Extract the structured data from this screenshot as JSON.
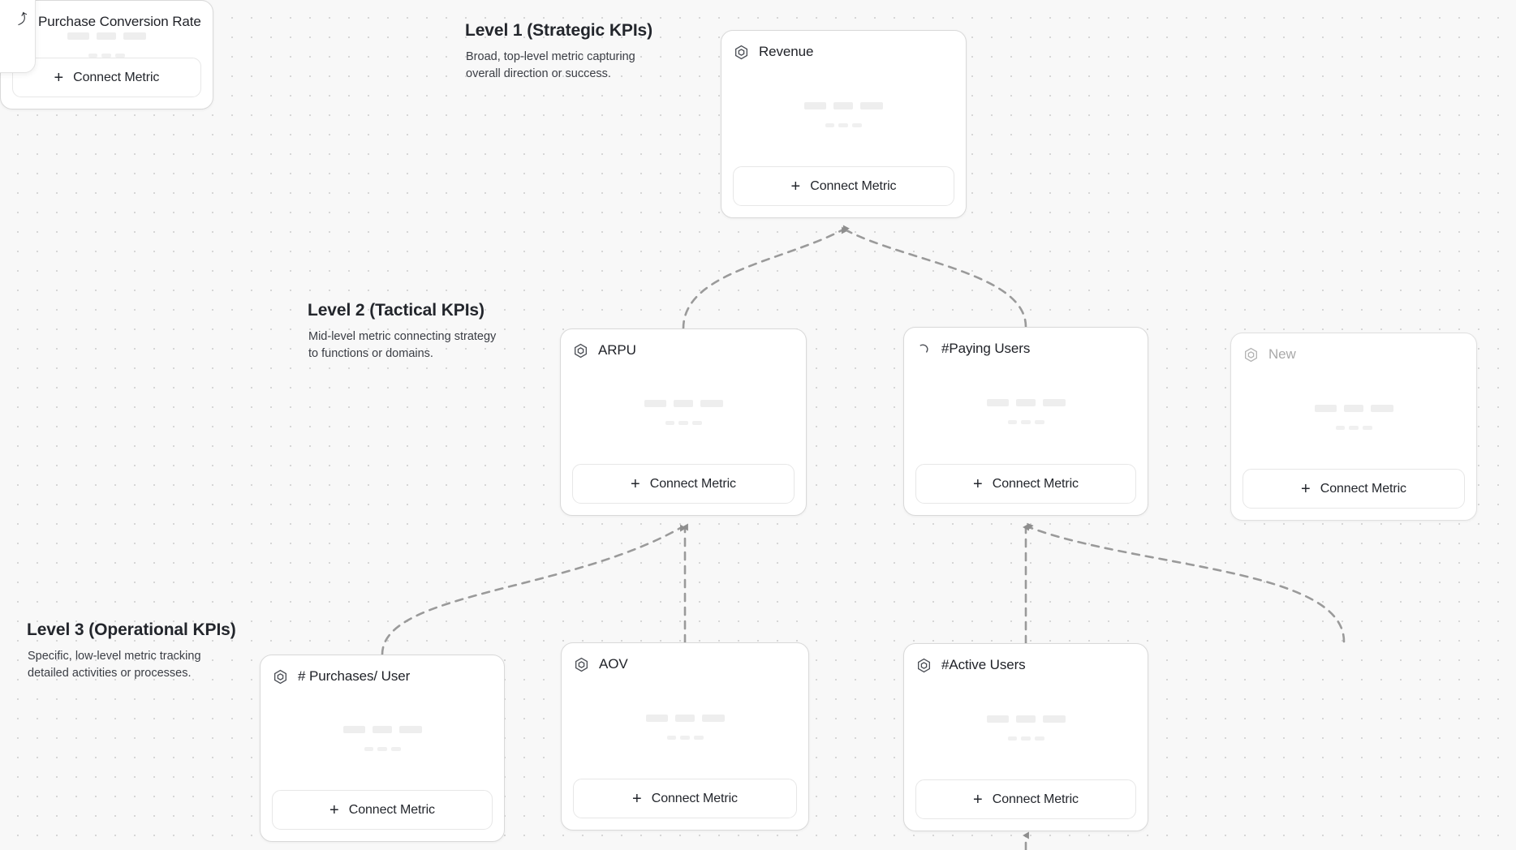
{
  "canvas": {
    "background_color": "#f8f8f8",
    "dot_color": "#d6d6d6",
    "edge_color": "#9a9a9a"
  },
  "corner_panel": {
    "glyph": "⤴"
  },
  "levels": [
    {
      "id": "level1",
      "title": "Level 1 (Strategic KPIs)",
      "description": "Broad, top-level metric capturing overall direction or success."
    },
    {
      "id": "level2",
      "title": "Level 2 (Tactical KPIs)",
      "description": "Mid-level metric connecting strategy to functions or domains."
    },
    {
      "id": "level3",
      "title": "Level 3 (Operational KPIs)",
      "description": "Specific, low-level metric tracking detailed activities or processes."
    }
  ],
  "connect_button": {
    "plus": "+",
    "label": "Connect Metric"
  },
  "cards": {
    "revenue": {
      "title": "Revenue",
      "icon": "hexagon-metric-icon",
      "state": "normal"
    },
    "arpu": {
      "title": "ARPU",
      "icon": "hexagon-metric-icon",
      "state": "normal"
    },
    "paying_users": {
      "title": "#Paying Users",
      "icon": "loading-spinner-icon",
      "state": "loading"
    },
    "new": {
      "title": "New",
      "icon": "hexagon-metric-icon",
      "state": "muted"
    },
    "purchases_user": {
      "title": "# Purchases/ User",
      "icon": "hexagon-metric-icon",
      "state": "normal"
    },
    "aov": {
      "title": "AOV",
      "icon": "hexagon-metric-icon",
      "state": "normal"
    },
    "active_users": {
      "title": "#Active Users",
      "icon": "hexagon-metric-icon",
      "state": "normal"
    },
    "pcr": {
      "title": "Purchase Conversion Rate",
      "icon": "hexagon-metric-icon",
      "state": "normal"
    }
  }
}
